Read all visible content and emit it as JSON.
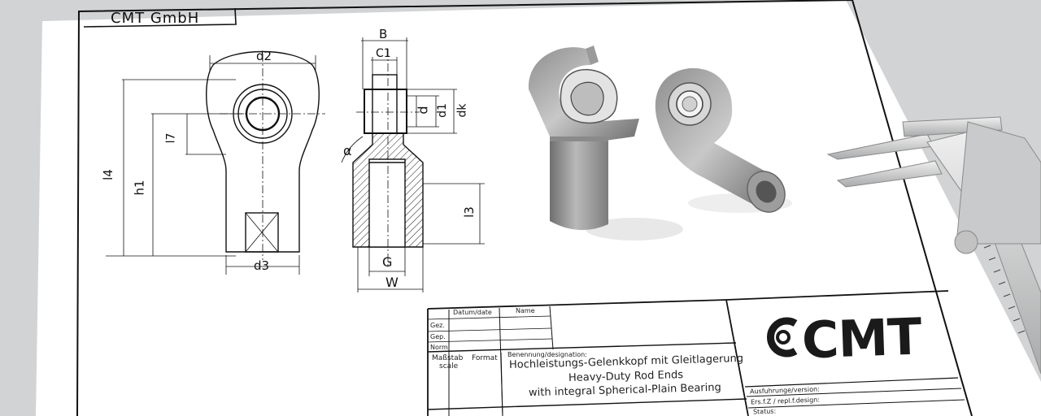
{
  "header": {
    "company": "CMT GmbH"
  },
  "drawing": {
    "labels": {
      "d2": "d2",
      "l4": "l4",
      "h1": "h1",
      "l7": "l7",
      "d3": "d3",
      "B": "B",
      "C1": "C1",
      "d": "d",
      "d1": "d1",
      "dk": "dk",
      "alpha": "α",
      "l3": "l3",
      "G": "G",
      "W": "W"
    }
  },
  "title_block": {
    "col_date": "Datum/date",
    "col_name": "Name",
    "row_gez": "Gez.",
    "row_gep": "Gep.",
    "row_norm": "Norm",
    "scale_de": "Maßstab",
    "scale_en": "scale",
    "format": "Format",
    "designation_label": "Benennung/designation:",
    "designation_lines": [
      "Hochleistungs-Gelenkkopf mit Gleitlagerung",
      "Heavy-Duty Rod Ends",
      "with integral Spherical-Plain Bearing"
    ],
    "logo": "CMT",
    "version_label": "Ausfuhrunge/version:",
    "replace_label": "Ers.f.Z / repl.f.design:",
    "status_label": "Status:"
  },
  "colors": {
    "paper": "#ffffff",
    "background": "#d2d3d4",
    "ink": "#111111"
  }
}
